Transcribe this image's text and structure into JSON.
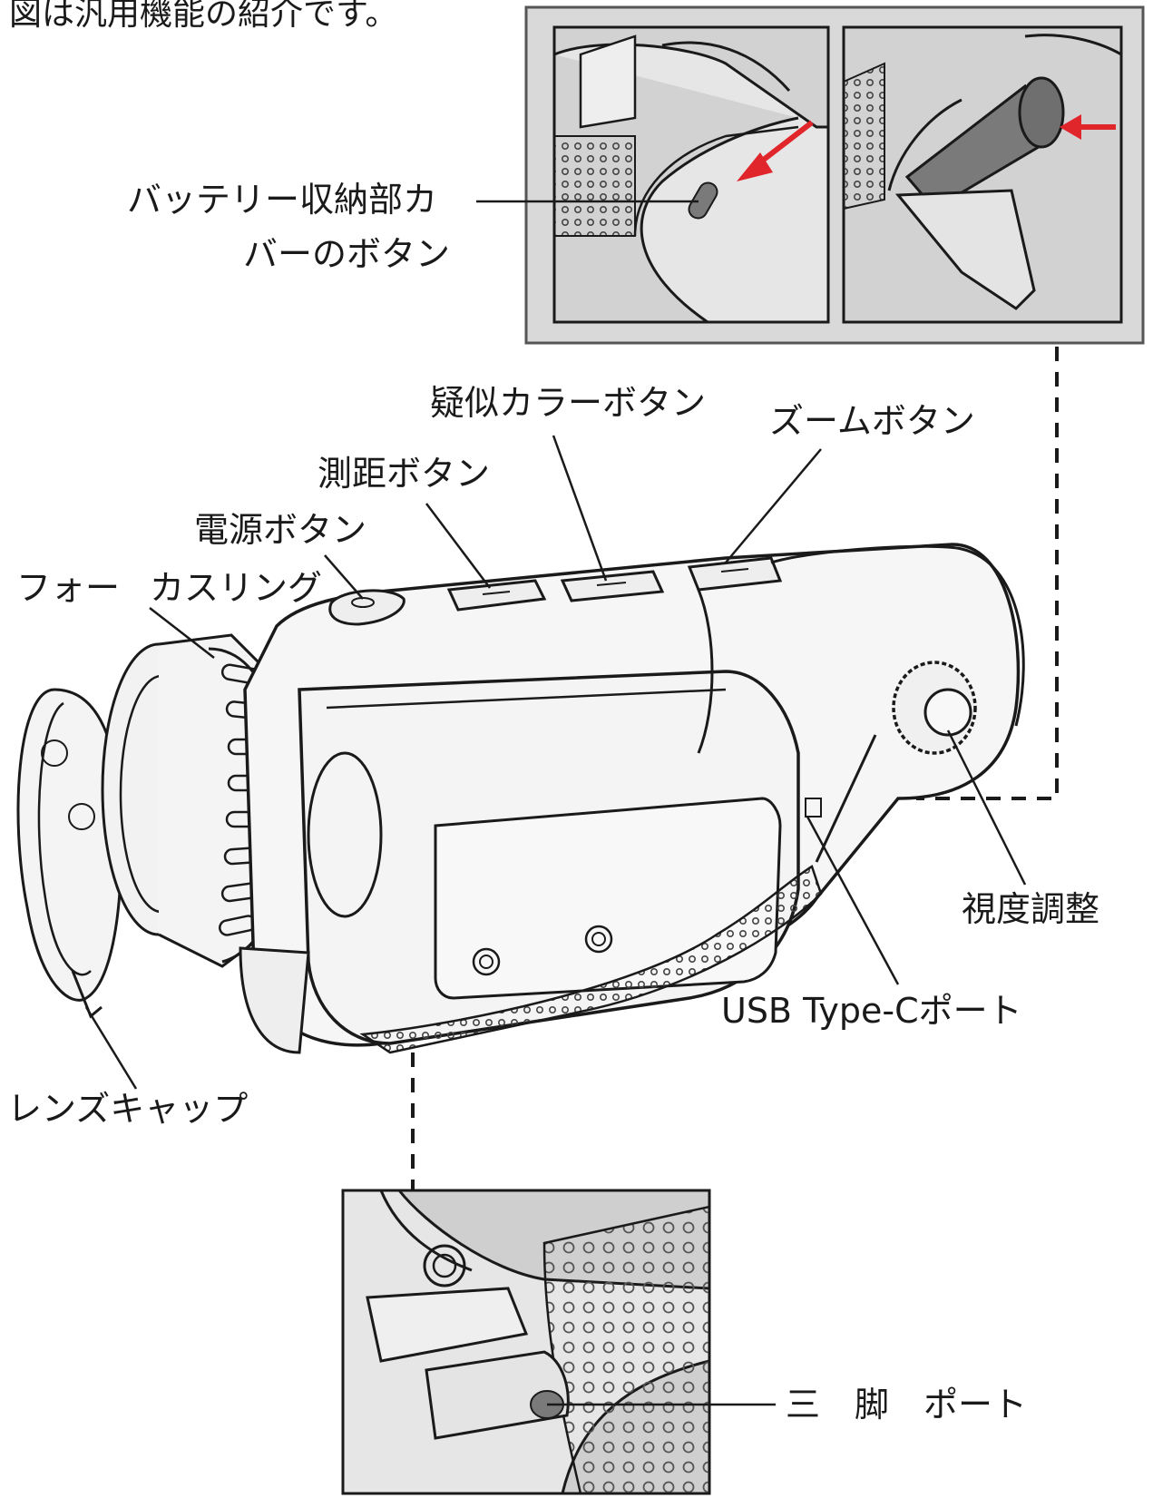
{
  "header_note": "図は汎用機能の紹介です。",
  "labels": {
    "battery_button_line1": "バッテリー収納部カ",
    "battery_button_line2": "バーのボタン",
    "pseudo_color_button": "疑似カラーボタン",
    "zoom_button": "ズームボタン",
    "ranging_button": "測距ボタン",
    "power_button": "電源ボタン",
    "focus_ring_part1": "フォー",
    "focus_ring_part2": "カスリング",
    "diopter_adjustment": "視度調整",
    "usb_port": "USB Type-Cポート",
    "lens_cap": "レンズキャップ",
    "tripod_port": "三　脚　ポート"
  },
  "colors": {
    "line": "#1a1a1a",
    "panel_bg": "#d9d9d9",
    "inset_bg": "#cfcfcf",
    "arrow": "#e0252b",
    "device_fill": "#f4f4f4"
  }
}
